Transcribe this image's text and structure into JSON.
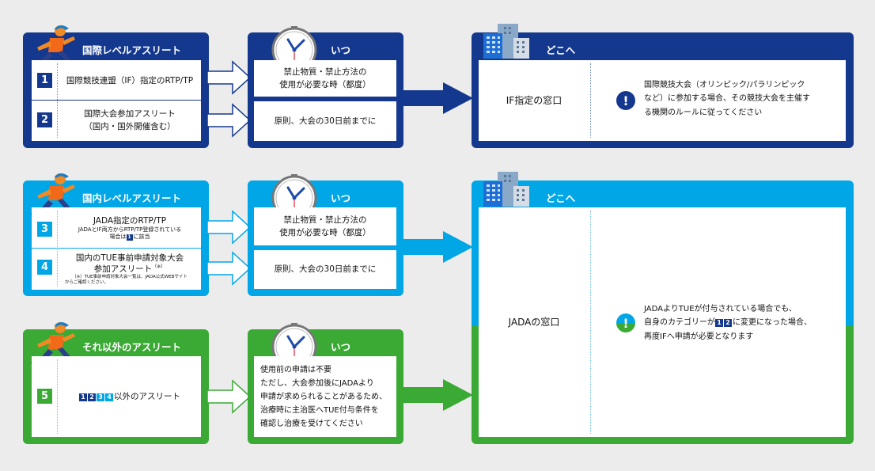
{
  "colors": {
    "navy": "#14388e",
    "sky": "#00a6e6",
    "green": "#3aaa35"
  },
  "section1": {
    "athlete_title": "国際レベルアスリート",
    "rows": [
      {
        "num": "1",
        "label": "国際競技連盟（IF）指定のRTP/TP"
      },
      {
        "num": "2",
        "line1": "国際大会参加アスリート",
        "line2": "（国内・国外開催含む）"
      }
    ],
    "when_title": "いつ",
    "when_1_line1": "禁止物質・禁止方法の",
    "when_1_line2": "使用が必要な時（都度）",
    "when_2": "原則、大会の30日前までに",
    "where_title": "どこへ",
    "where_label": "IF指定の窓口",
    "note_line1": "国際競技大会（オリンピック/パラリンピック",
    "note_line2": "など）に参加する場合、その競技大会を主催す",
    "note_line3": "る機関のルールに従ってください"
  },
  "section2": {
    "athlete_title": "国内レベルアスリート",
    "row3": {
      "num": "3",
      "title": "JADA指定のRTP/TP",
      "sub1": "JADAとIF両方からRTP/TP登録されている",
      "sub2_a": "場合は",
      "sub2_badge": "1",
      "sub2_b": "に該当"
    },
    "row4": {
      "num": "4",
      "line1": "国内のTUE事前申請対象大会",
      "line2": "参加アスリート",
      "sup": "（※）",
      "note1": "（※）TUE事前申請対象大会一覧は、JADA公式WEBサイト",
      "note2": "からご確認ください。"
    },
    "when_title": "いつ",
    "when_1_line1": "禁止物質・禁止方法の",
    "when_1_line2": "使用が必要な時（都度）",
    "when_2": "原則、大会の30日前までに",
    "where_title": "どこへ",
    "where_label": "JADAの窓口",
    "note_line1": "JADAよりTUEが付与されている場合でも、",
    "note_line2_a": "自身のカテゴリーが",
    "note_badge_1": "1",
    "note_badge_2": "2",
    "note_line2_b": "に変更になった場合、",
    "note_line3": "再度IFへ申請が必要となります"
  },
  "section3": {
    "athlete_title": "それ以外のアスリート",
    "row5": {
      "num": "5",
      "badges": [
        "1",
        "2",
        "3",
        "4"
      ],
      "label": "以外のアスリート"
    },
    "when_title": "いつ",
    "when_lines": [
      "使用前の申請は不要",
      "ただし、大会参加後にJADAより",
      "申請が求められることがあるため、",
      "治療時に主治医へTUE付与条件を",
      "確認し治療を受けてください"
    ]
  },
  "icons": {
    "athlete": "athlete-icon",
    "clock": "clock-icon",
    "building": "building-icon",
    "exclamation": "exclamation-icon",
    "arrow": "arrow-right-icon"
  }
}
